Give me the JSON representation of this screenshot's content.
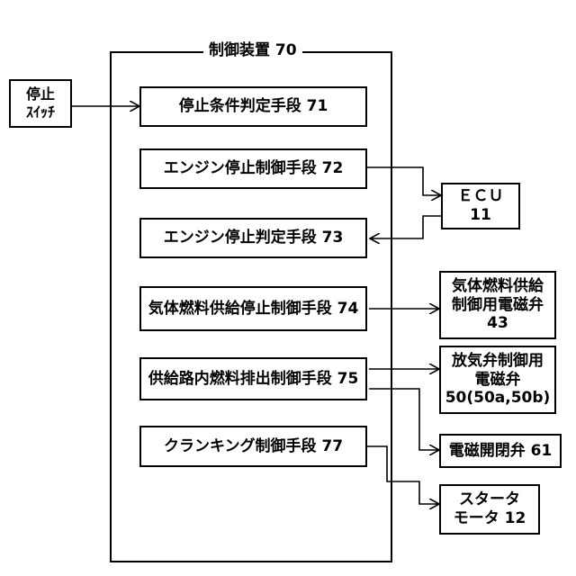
{
  "controller": {
    "label": "制御装置 70"
  },
  "stop_switch": {
    "line1": "停止",
    "line2": "ｽｲｯﾁ"
  },
  "means": [
    {
      "label": "停止条件判定手段 71"
    },
    {
      "label": "エンジン停止制御手段 72"
    },
    {
      "label": "エンジン停止判定手段 73"
    },
    {
      "label": "気体燃料供給停止制御手段 74"
    },
    {
      "label": "供給路内燃料排出制御手段 75"
    },
    {
      "label": "クランキング制御手段 77"
    }
  ],
  "external": {
    "ecu": {
      "line1": "ＥＣＵ",
      "line2": "11"
    },
    "gas_valve": {
      "line1": "気体燃料供給",
      "line2": "制御用電磁弁",
      "line3": "43"
    },
    "release_valve": {
      "line1": "放気弁制御用",
      "line2": "電磁弁",
      "line3": "50(50a,50b)"
    },
    "solenoid_valve": {
      "label": "電磁開閉弁 61"
    },
    "starter": {
      "line1": "スタータ",
      "line2": "モータ 12"
    }
  }
}
